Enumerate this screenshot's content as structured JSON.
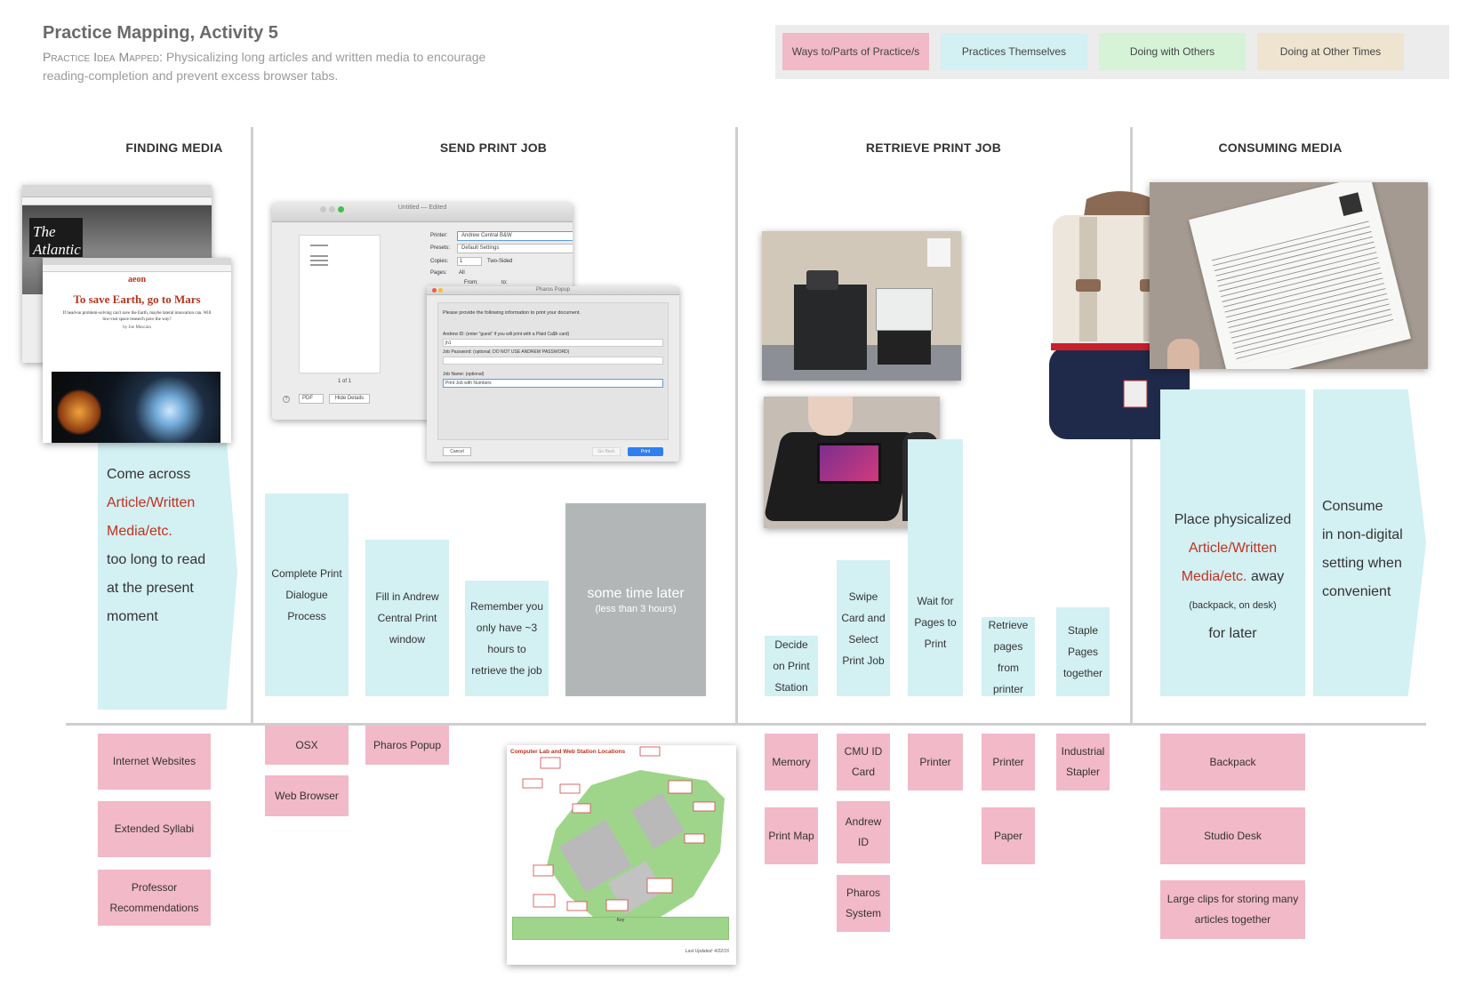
{
  "header": {
    "title": "Practice Mapping, Activity 5",
    "subtitle_lead": "Practice Idea Mapped:",
    "subtitle_text": "Physicalizing long articles and written media to encourage reading-completion and prevent excess browser tabs."
  },
  "legend": [
    {
      "label": "Ways to/Parts of Practice/s",
      "color": "#f2b9c8"
    },
    {
      "label": "Practices Themselves",
      "color": "#d3f0f3"
    },
    {
      "label": "Doing with Others",
      "color": "#d6f3d8"
    },
    {
      "label": "Doing at Other Times",
      "color": "#efe4d0"
    }
  ],
  "columns": [
    "FINDING MEDIA",
    "SEND PRINT JOB",
    "RETRIEVE PRINT JOB",
    "CONSUMING MEDIA"
  ],
  "practices": {
    "finding": {
      "line1": "Come across",
      "highlight1": "Article/Written",
      "highlight2": "Media/etc.",
      "line2": "too long to read",
      "line3": "at the present",
      "line4": "moment"
    },
    "complete_print": "Complete Print Dialogue Process",
    "fill_andrew": "Fill in Andrew Central Print window",
    "remember": "Remember you only have ~3 hours to retrieve the job",
    "time_later": "some time later",
    "time_later_sub": "(less than 3 hours)",
    "decide": "Decide on Print Station",
    "swipe": "Swipe Card and Select Print Job",
    "wait": "Wait for Pages to Print",
    "retrieve_pages": "Retrieve pages from printer",
    "staple": "Staple Pages together",
    "place": {
      "line1": "Place physicalized",
      "highlight1": "Article/Written",
      "highlight2": "Media/etc.",
      "line2": "away",
      "small": "(backpack, on desk)",
      "line3": "for later"
    },
    "consume": {
      "line1": "Consume",
      "line2": "in non-digital",
      "line3": "setting when",
      "line4": "convenient"
    }
  },
  "parts": {
    "internet_websites": "Internet Websites",
    "extended_syllabi": "Extended Syllabi",
    "professor_recs": "Professor Recommendations",
    "osx": "OSX",
    "web_browser": "Web Browser",
    "pharos_popup": "Pharos Popup",
    "memory": "Memory",
    "print_map": "Print Map",
    "cmu_id": "CMU ID Card",
    "andrew_id": "Andrew ID",
    "pharos_system": "Pharos System",
    "printer_1": "Printer",
    "printer_2": "Printer",
    "paper": "Paper",
    "industrial_stapler": "Industrial Stapler",
    "backpack": "Backpack",
    "studio_desk": "Studio Desk",
    "large_clips": "Large clips for storing many articles together"
  },
  "screens": {
    "atlantic_logo": "The Atlantic",
    "aeon_logo": "aeon",
    "aeon_headline": "To save Earth, go to Mars",
    "aeon_dek": "If head-on problem-solving can't save the Earth, maybe lateral innovation can. Will low-cost space research pave the way?",
    "aeon_byline": "by Joe Muscara",
    "print_window_title": "Untitled — Edited",
    "printer_label": "Printer:",
    "printer_value": "Andrew Central B&W",
    "presets_label": "Presets:",
    "presets_value": "Default Settings",
    "copies_label": "Copies:",
    "copies_value": "1",
    "two_sided": "Two-Sided",
    "pages_label": "Pages:",
    "pages_all": "All",
    "from_label": "From:",
    "to_label": "to:",
    "page_count": "1 of 1",
    "pdf_button": "PDF",
    "hide_details": "Hide Details",
    "pharos_title": "Pharos Popup",
    "pharos_intro": "Please provide the following information to print your document.",
    "pharos_id_label": "Andrew ID: (enter \"guest\" if you will print with a Plaid Ca$h card)",
    "pharos_id_value": "jh1",
    "pharos_pw_label": "Job Password: (optional; DO NOT USE ANDREW PASSWORD)",
    "pharos_job_label": "Job Name: (optional)",
    "pharos_job_value": "Print Job with Numbers",
    "cancel": "Cancel",
    "go_back": "Go Back",
    "print": "Print",
    "map_title": "Computer Lab and Web Station Locations",
    "map_key": "Key",
    "map_updated": "Last Updated: 4/22/16"
  }
}
